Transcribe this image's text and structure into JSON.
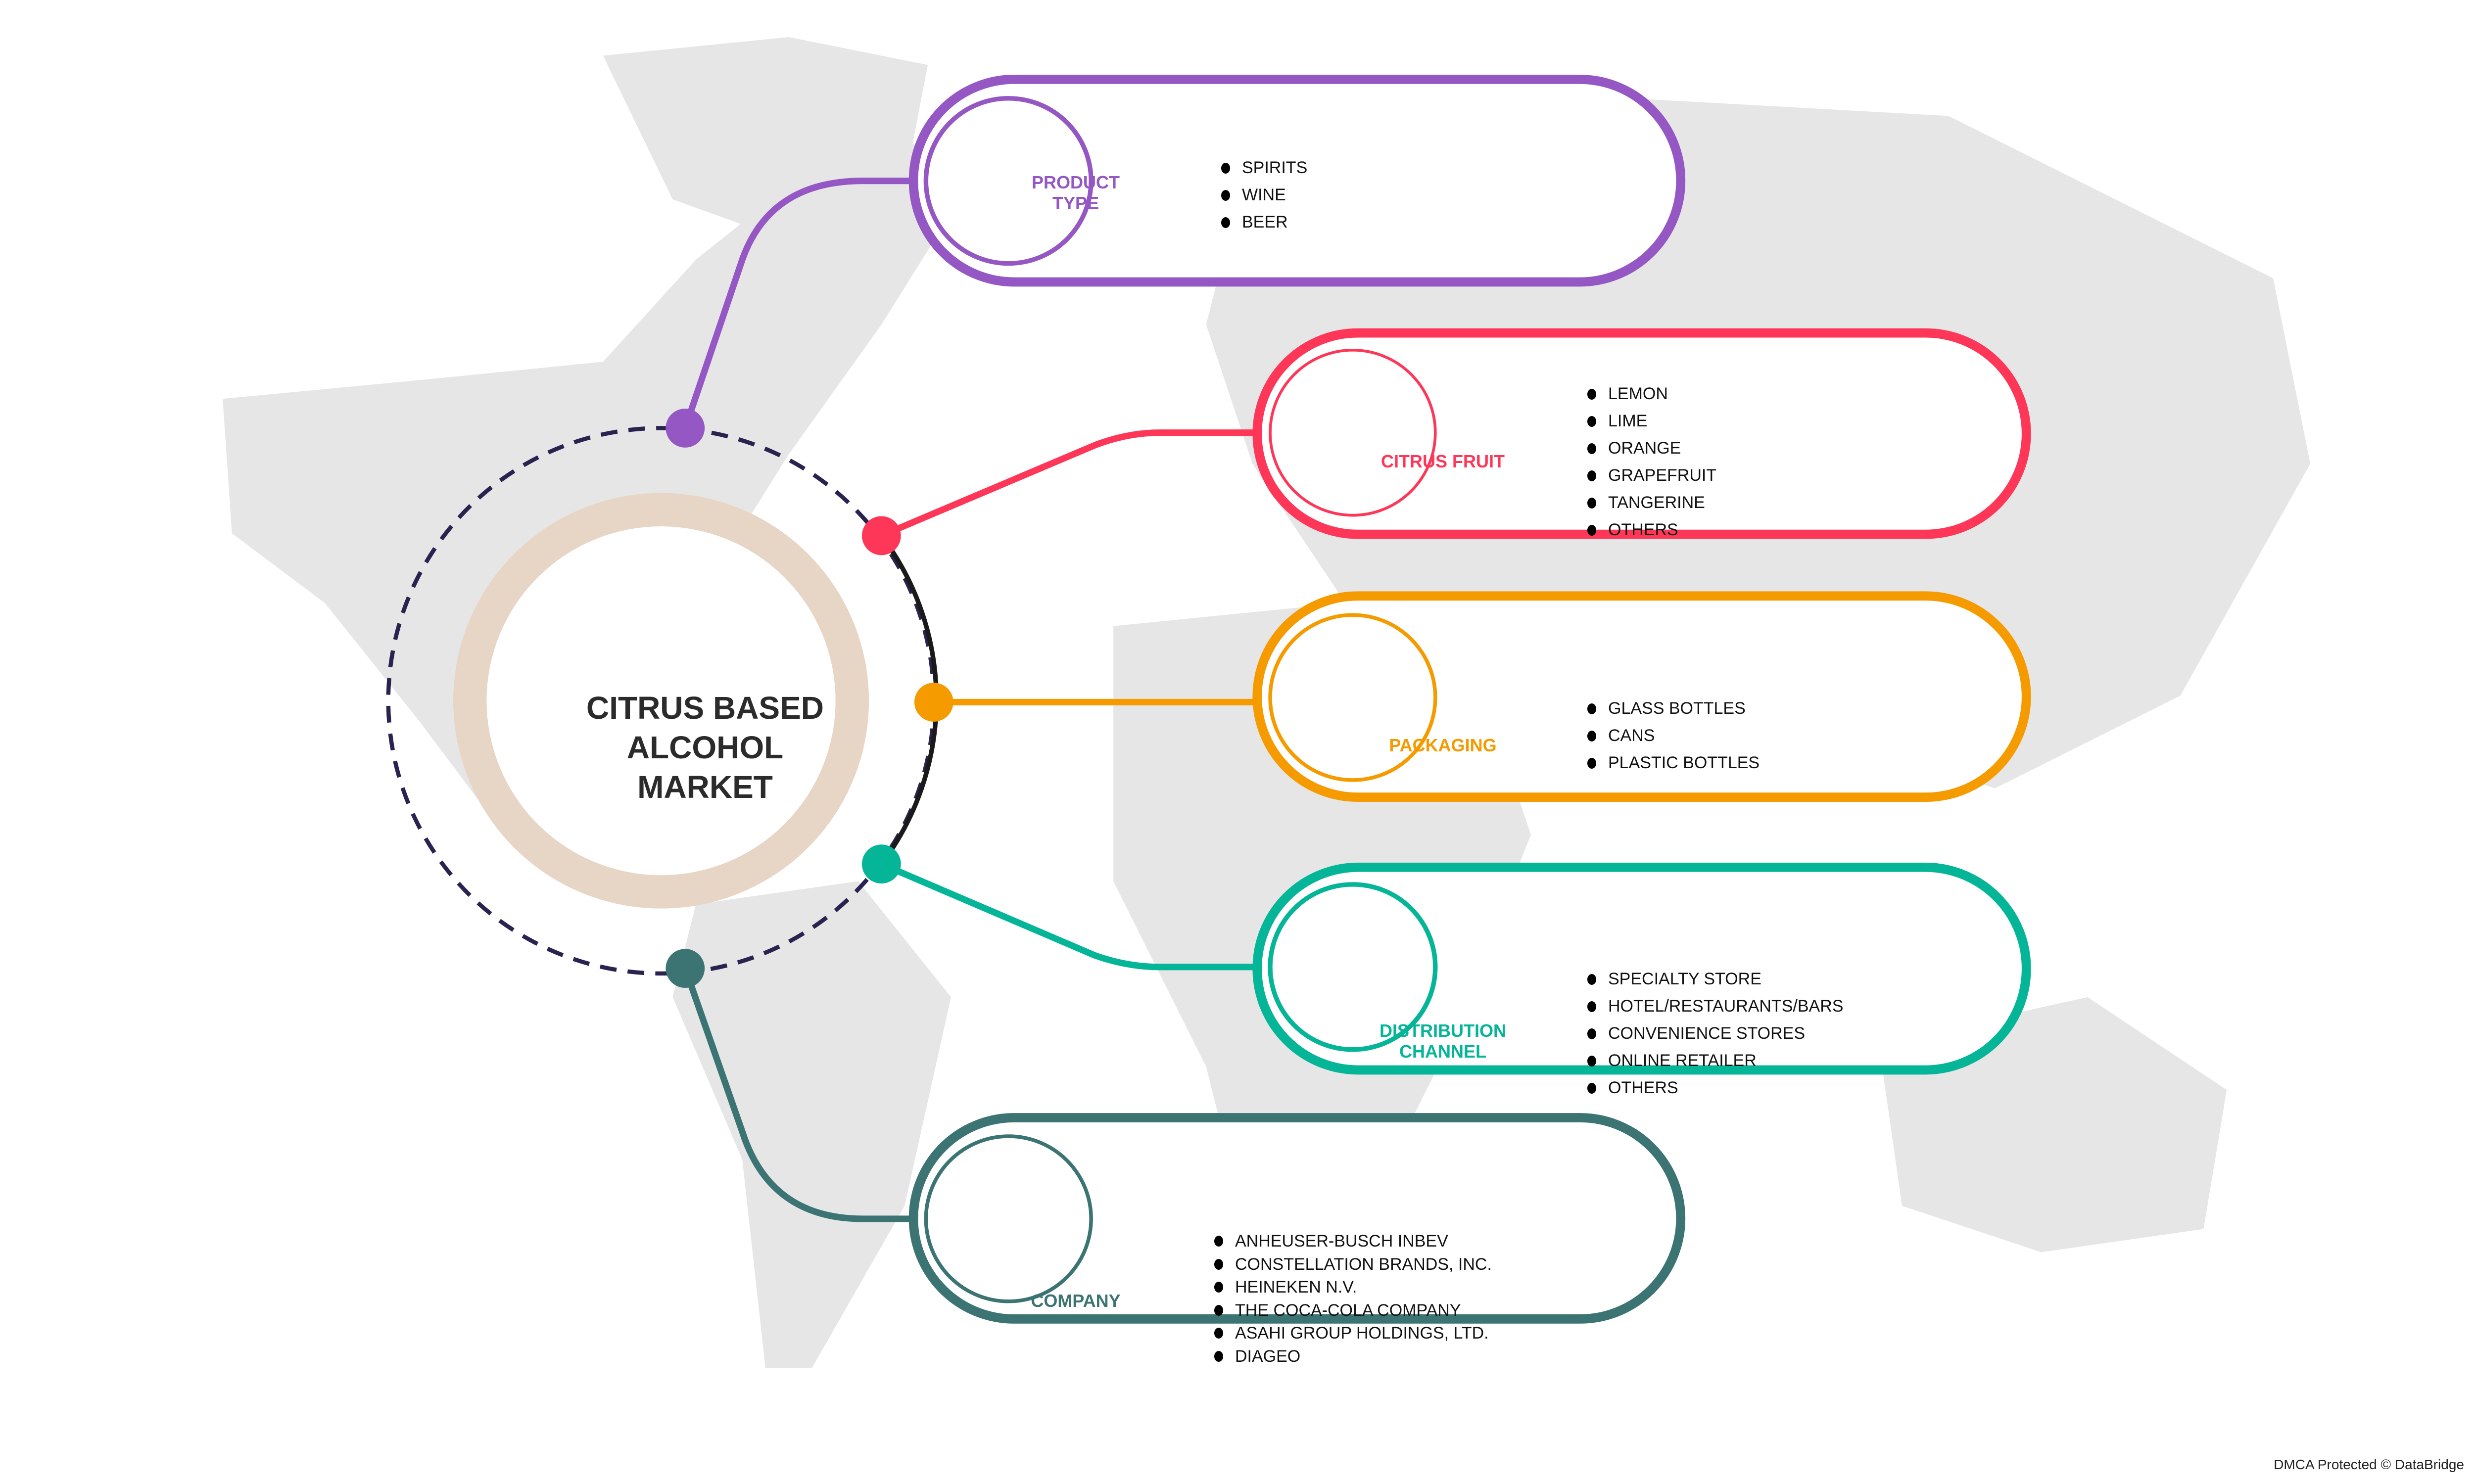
{
  "title": "CITRUS BASED ALCOHOL MARKET",
  "colors": {
    "product": "#9457c3",
    "citrus": "#fe3657",
    "packaging": "#f59b00",
    "distribution": "#05b597",
    "company": "#3c7474",
    "map": "#e6e6e6",
    "ring": "#e7d6c5"
  },
  "segments": [
    {
      "label": "PRODUCT TYPE",
      "items": [
        "SPIRITS",
        "WINE",
        "BEER"
      ]
    },
    {
      "label": "CITRUS FRUIT",
      "items": [
        "LEMON",
        "LIME",
        "ORANGE",
        "GRAPEFRUIT",
        "TANGERINE",
        "OTHERS"
      ]
    },
    {
      "label": "PACKAGING",
      "items": [
        "GLASS BOTTLES",
        "CANS",
        "PLASTIC BOTTLES"
      ]
    },
    {
      "label": "DISTRIBUTION CHANNEL",
      "items": [
        "SPECIALTY STORE",
        "HOTEL/RESTAURANTS/BARS",
        "CONVENIENCE STORES",
        "ONLINE RETAILER",
        "OTHERS"
      ]
    },
    {
      "label": "COMPANY",
      "items": [
        "ANHEUSER-BUSCH INBEV",
        "CONSTELLATION BRANDS, INC.",
        "HEINEKEN N.V.",
        "THE COCA-COLA COMPANY",
        "ASAHI GROUP HOLDINGS, LTD.",
        "DIAGEO"
      ]
    }
  ],
  "footer": "DMCA Protected © DataBridge"
}
